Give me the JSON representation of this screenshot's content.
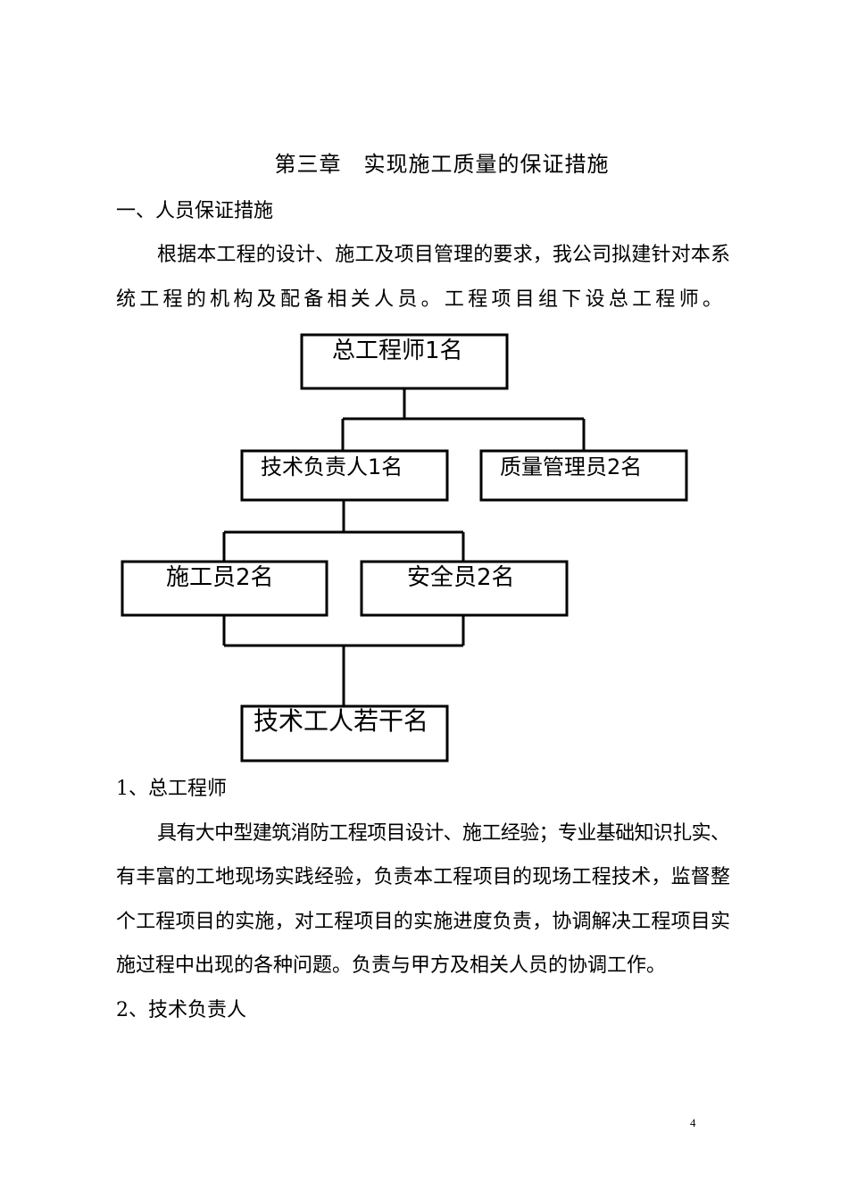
{
  "chapter_title": "第三章　实现施工质量的保证措施",
  "section1": {
    "heading": "一、人员保证措施",
    "intro_line1": "根据本工程的设计、施工及项目管理的要求，我公司拟建针对本系",
    "intro_line2": "统工程的机构及配备相关人员。工程项目组下设总工程师。"
  },
  "org_chart": {
    "chief_engineer": "总工程师1名",
    "tech_lead": "技术负责人1名",
    "quality_manager": "质量管理员2名",
    "constructor": "施工员2名",
    "safety_officer": "安全员2名",
    "tech_workers": "技术工人若干名"
  },
  "item1": {
    "heading": "1、总工程师",
    "lines": [
      "具有大中型建筑消防工程项目设计、施工经验；专业基础知识扎实、",
      "有丰富的工地现场实践经验，负责本工程项目的现场工程技术，监督整",
      "个工程项目的实施，对工程项目的实施进度负责，协调解决工程项目实",
      "施过程中出现的各种问题。负责与甲方及相关人员的协调工作。"
    ]
  },
  "item2": {
    "heading": "2、技术负责人"
  },
  "page_number": "4"
}
